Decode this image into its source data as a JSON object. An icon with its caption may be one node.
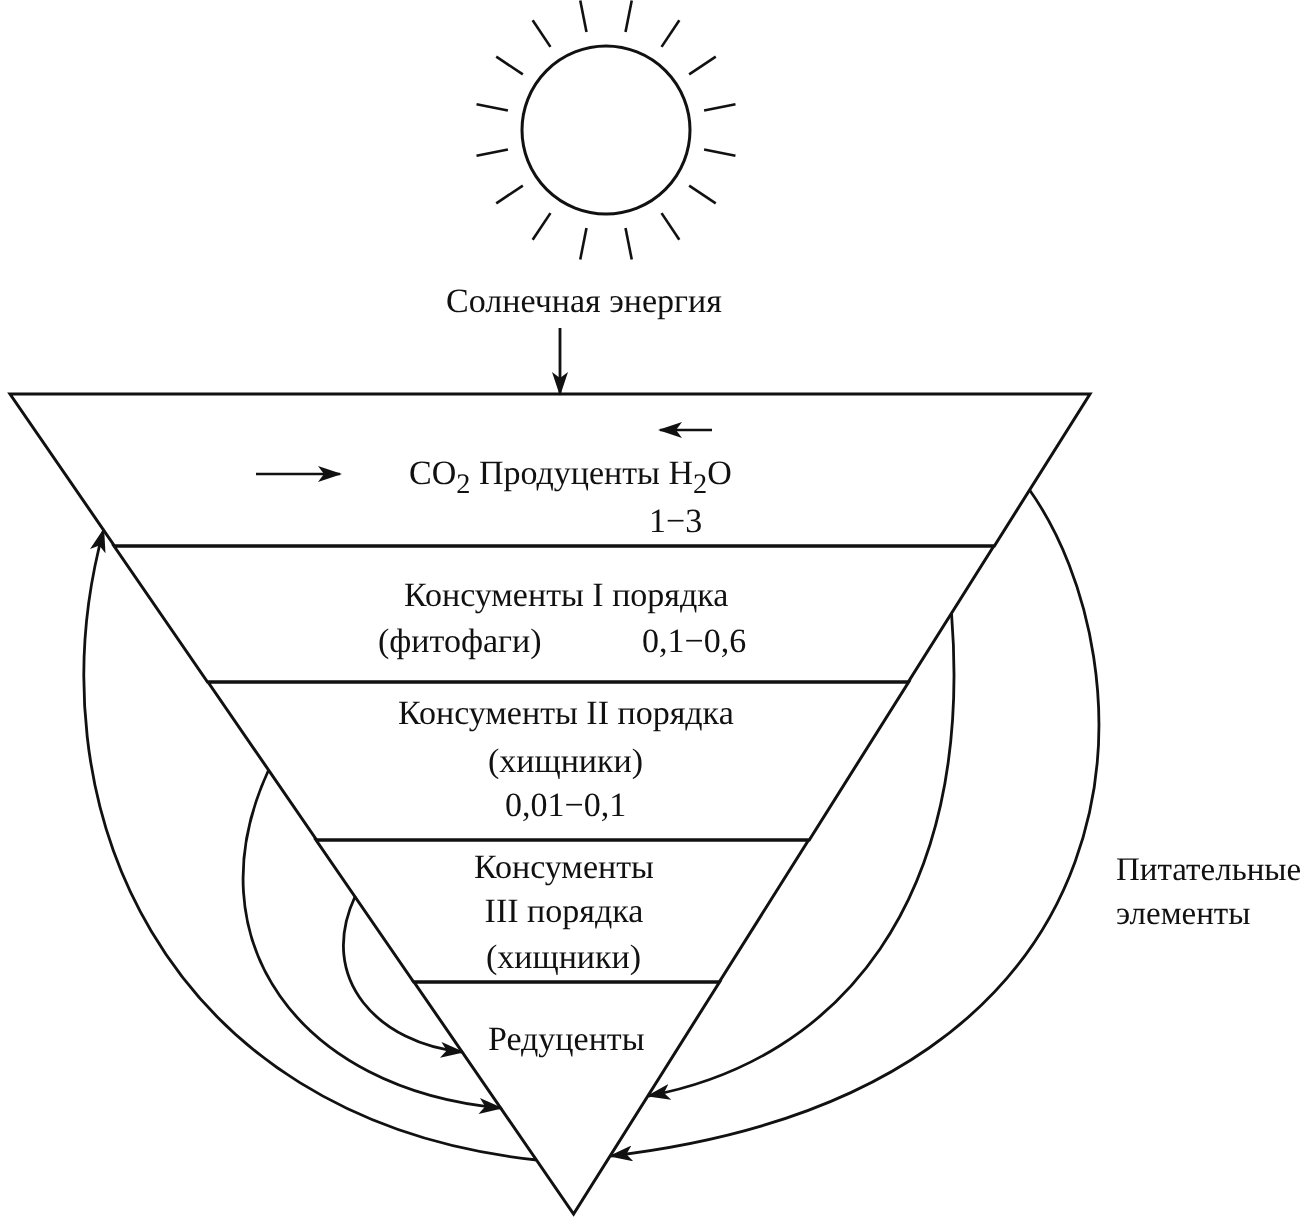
{
  "diagram": {
    "nodes": [
      {
        "text": [
          "Солнечная энергия"
        ]
      },
      {
        "text": [
          "CO$_{2}$ Продуценты H$_{2}$O",
          "1−3"
        ]
      },
      {
        "text": [
          "Консументы I порядка",
          "(фитофаги)",
          "0,1−0,6"
        ]
      },
      {
        "text": [
          "Консументы II порядка",
          "(хищники)",
          "0,01−0,1"
        ]
      },
      {
        "text": [
          "Консументы III порядка",
          "(хищники)"
        ]
      },
      {
        "text": [
          "Редуценты"
        ]
      }
    ],
    "edges": [
      {
        "from": 0,
        "to": 1,
        "arrow": "to"
      },
      {
        "from": 5,
        "to": 1,
        "arrow": "to"
      },
      {
        "from": 3,
        "to": 5,
        "arrow": "to"
      },
      {
        "from": 4,
        "to": 5,
        "arrow": "to"
      },
      {
        "from": 2,
        "to": 5,
        "arrow": "to"
      },
      {
        "from": 1,
        "to": 5,
        "arrow": "to"
      }
    ],
    "labels": [
      "Питательные элементы"
    ]
  }
}
